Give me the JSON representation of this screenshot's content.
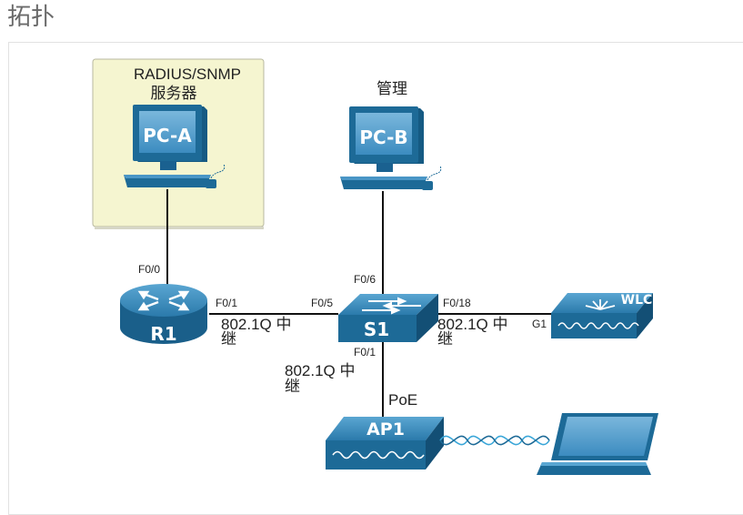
{
  "header": {
    "title": "拓扑"
  },
  "diagram": {
    "server_box": {
      "line1": "RADIUS/SNMP",
      "line2": "服务器"
    },
    "mgmt_label": "管理",
    "devices": {
      "pca": "PC-A",
      "pcb": "PC-B",
      "r1": "R1",
      "s1": "S1",
      "wlc": "WLC",
      "ap1": "AP1"
    },
    "ports": {
      "r1_f00": "F0/0",
      "r1_f01": "F0/1",
      "s1_f05": "F0/5",
      "s1_f06": "F0/6",
      "s1_f018": "F0/18",
      "s1_f01": "F0/1",
      "wlc_g1": "G1"
    },
    "link_labels": {
      "trunk_left_1": "802.1Q 中",
      "trunk_left_2": "继",
      "trunk_right_1": "802.1Q 中",
      "trunk_right_2": "继",
      "trunk_down_1": "802.1Q 中",
      "trunk_down_2": "继",
      "poe": "PoE"
    },
    "colors": {
      "device_blue": "#1d6a97",
      "device_dark": "#0f4c70",
      "device_light": "#3d8fbf",
      "server_bg": "#f5f5d0",
      "link": "#111111"
    }
  }
}
